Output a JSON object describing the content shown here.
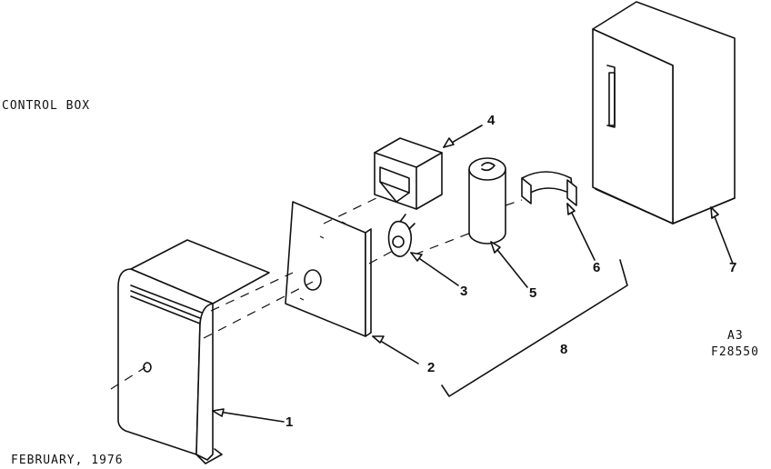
{
  "title": "CONTROL BOX",
  "date": "FEBRUARY, 1976",
  "drawing_ref": {
    "line1": "A3",
    "line2": "F28550"
  },
  "callouts": {
    "c1": "1",
    "c2": "2",
    "c3": "3",
    "c4": "4",
    "c5": "5",
    "c6": "6",
    "c7": "7",
    "c8": "8"
  },
  "colors": {
    "ink": "#111111",
    "paper": "#ffffff"
  }
}
